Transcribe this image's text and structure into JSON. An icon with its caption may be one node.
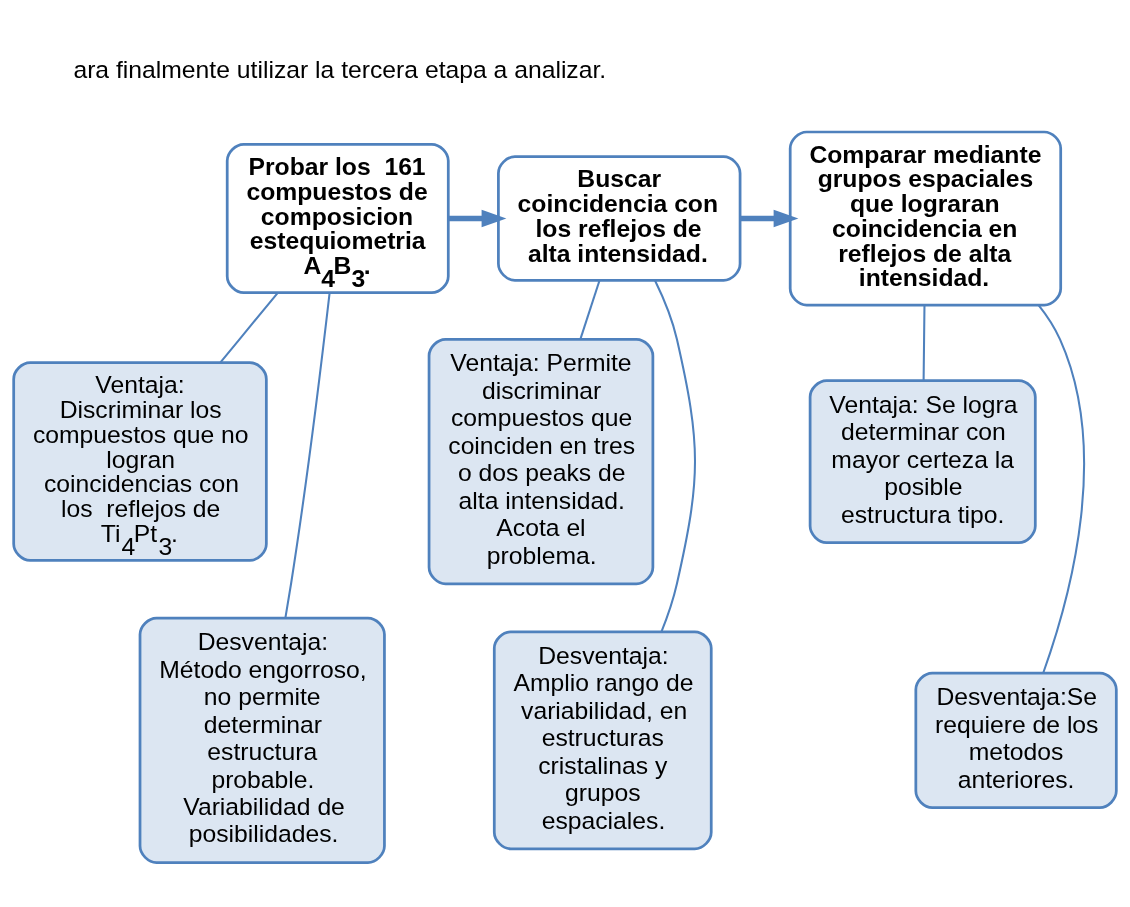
{
  "diagram": {
    "nodes": [
      {
        "text": [
          "Probar los  161 compuestos de composicion estequiometria A$_{4}$B$_{3}$."
        ]
      },
      {
        "text": [
          "Ventaja: Discriminar los compuestos que no logran coincidencias con los  reflejos de Ti$_{4}$Pt$_{3}$."
        ]
      },
      {
        "text": [
          "Desventaja: Método engorroso, no permite determinar estructura probable. Variabilidad de posibilidades."
        ]
      },
      {
        "text": [
          "Buscar coincidencia con los reflejos de alta intensidad."
        ]
      },
      {
        "text": [
          "Ventaja: Permite discriminar compuestos que coinciden en tres o dos peaks de alta intensidad. Acota el problema."
        ]
      },
      {
        "text": [
          "Desventaja: Amplio rango de variabilidad, en estructuras cristalinas y grupos espaciales."
        ]
      },
      {
        "text": [
          "Comparar mediante grupos espaciales que lograran coincidencia en reflejos de alta intensidad."
        ]
      },
      {
        "text": [
          "Ventaja: Se logra determinar con mayor certeza la posible estructura tipo."
        ]
      },
      {
        "text": [
          "Desventaja:Se requiere de los metodos anteriores."
        ]
      }
    ],
    "edges": [
      {
        "from": 0,
        "to": 3,
        "arrow": "to",
        "style": "thick"
      },
      {
        "from": 3,
        "to": 6,
        "arrow": "to",
        "style": "thick"
      },
      {
        "from": 0,
        "to": 1,
        "arrow": "none"
      },
      {
        "from": 0,
        "to": 2,
        "arrow": "none"
      },
      {
        "from": 3,
        "to": 4,
        "arrow": "none"
      },
      {
        "from": 3,
        "to": 5,
        "arrow": "none"
      },
      {
        "from": 6,
        "to": 7,
        "arrow": "none"
      },
      {
        "from": 6,
        "to": 8,
        "arrow": "none"
      }
    ],
    "labels": [
      "ara finalmente utilizar la tercera etapa a analizar."
    ]
  }
}
